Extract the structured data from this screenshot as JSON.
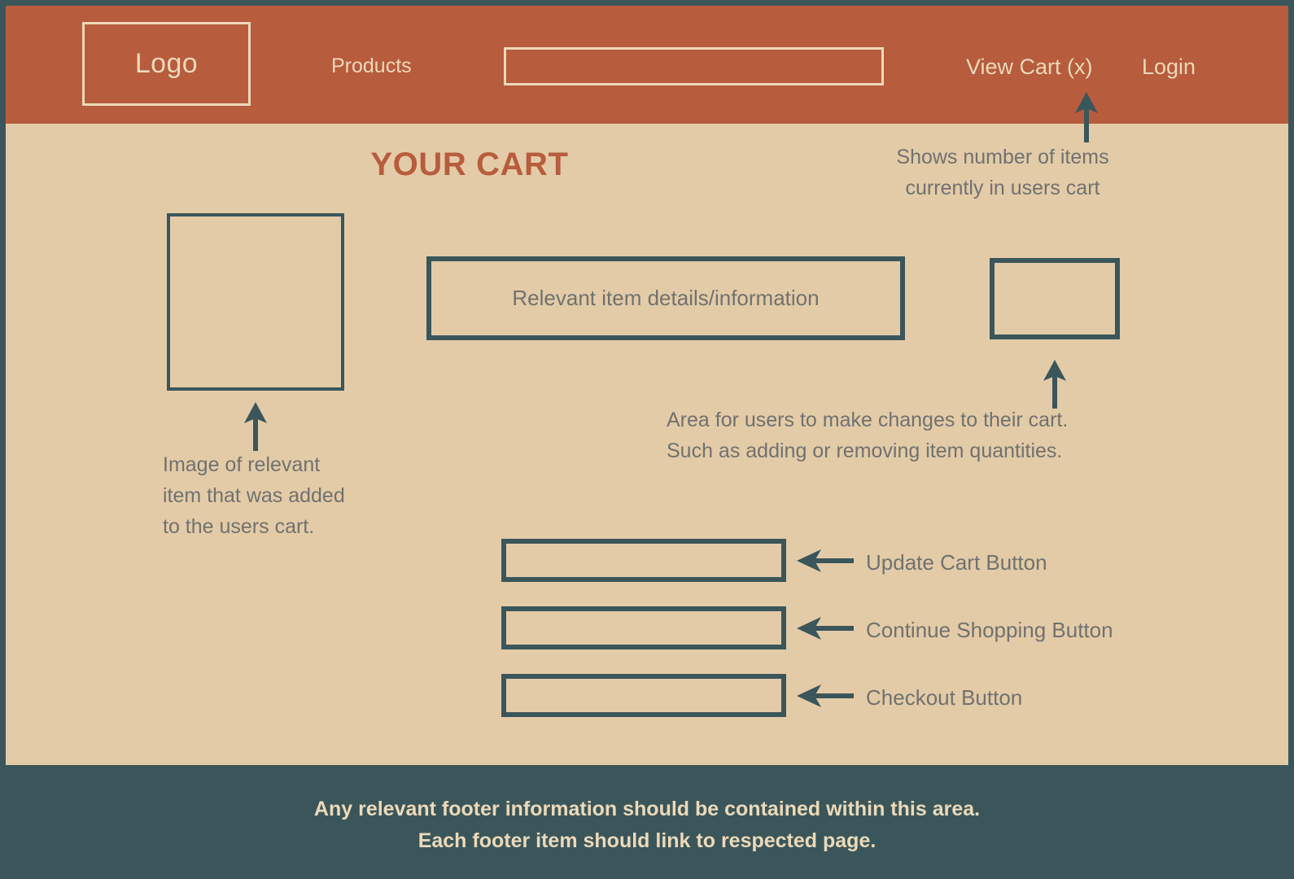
{
  "colors": {
    "header_bg": "#b75c3d",
    "body_bg": "#e3cba8",
    "footer_bg": "#3a565a",
    "outline": "#3a565a",
    "cream": "#ecd9b9",
    "annotation_text": "#71716e",
    "title_accent": "#b75c3d"
  },
  "header": {
    "logo_label": "Logo",
    "nav_products": "Products",
    "search_placeholder": "",
    "view_cart": "View Cart (x)",
    "login": "Login"
  },
  "main": {
    "page_title": "YOUR CART",
    "item_details_placeholder": "Relevant item details/information",
    "annotations": {
      "cart_count": "Shows number of items\ncurrently in users cart",
      "item_image": "Image of relevant\nitem that was added\nto the users cart.",
      "quantity_area": "Area for users to make changes to their cart.\nSuch as adding or removing item quantities."
    },
    "buttons": [
      {
        "name": "update-cart",
        "label": "Update Cart Button"
      },
      {
        "name": "continue-shopping",
        "label": "Continue Shopping Button"
      },
      {
        "name": "checkout",
        "label": "Checkout Button"
      }
    ]
  },
  "footer": {
    "line1": "Any relevant footer information should be contained within this area.",
    "line2": "Each footer item should link to respected page."
  }
}
